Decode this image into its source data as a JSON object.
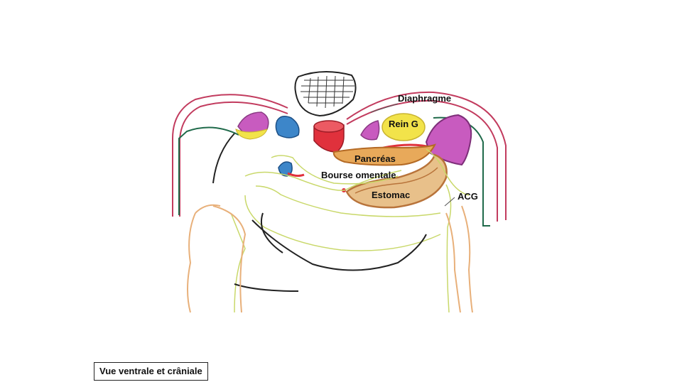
{
  "labels": {
    "diaphragme": "Diaphragme",
    "rein_g": "Rein G",
    "pancreas": "Pancréas",
    "bourse_omentale": "Bourse omentale",
    "estomac": "Estomac",
    "acg": "ACG"
  },
  "caption": "Vue ventrale et crâniale",
  "colors": {
    "diaphragm": "#c23b5e",
    "kidney": "#f2e34a",
    "pancreas": "#e8a95a",
    "stomach": "#b8733a",
    "spleen": "#c85bbf",
    "aorta": "#e0313c",
    "vena_cava": "#3d86c9",
    "peritoneum": "#1f6a4a",
    "omentum": "#c9d86a",
    "colon": "#e8b07a",
    "intestine": "#222222"
  }
}
